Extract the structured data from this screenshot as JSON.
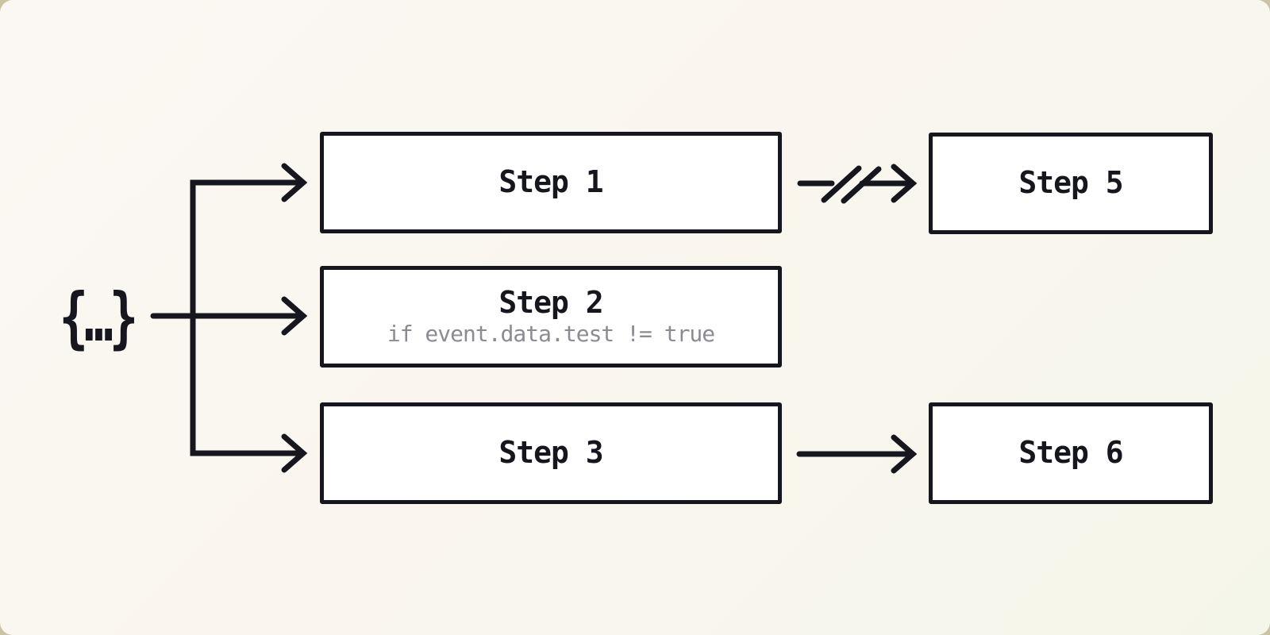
{
  "diagram": {
    "source_symbol": "{…}",
    "source_meaning": "event-payload-object",
    "nodes": [
      {
        "id": "step1",
        "label": "Step 1"
      },
      {
        "id": "step2",
        "label": "Step 2",
        "sublabel": "if event.data.test != true"
      },
      {
        "id": "step3",
        "label": "Step 3"
      },
      {
        "id": "step5",
        "label": "Step 5"
      },
      {
        "id": "step6",
        "label": "Step 6"
      }
    ],
    "edges": [
      {
        "from": "source",
        "to": "step1",
        "style": "arrow"
      },
      {
        "from": "source",
        "to": "step2",
        "style": "arrow"
      },
      {
        "from": "source",
        "to": "step3",
        "style": "arrow"
      },
      {
        "from": "step1",
        "to": "step5",
        "style": "cancelled-arrow"
      },
      {
        "from": "step3",
        "to": "step6",
        "style": "arrow"
      }
    ]
  },
  "colors": {
    "ink": "#16161f",
    "node_fill": "#ffffff",
    "condition_text": "#8b8b94",
    "card_background_start": "#fbf7f2",
    "card_background_end": "#f5f6ea",
    "page_behind_card": "#cbc3a1"
  }
}
